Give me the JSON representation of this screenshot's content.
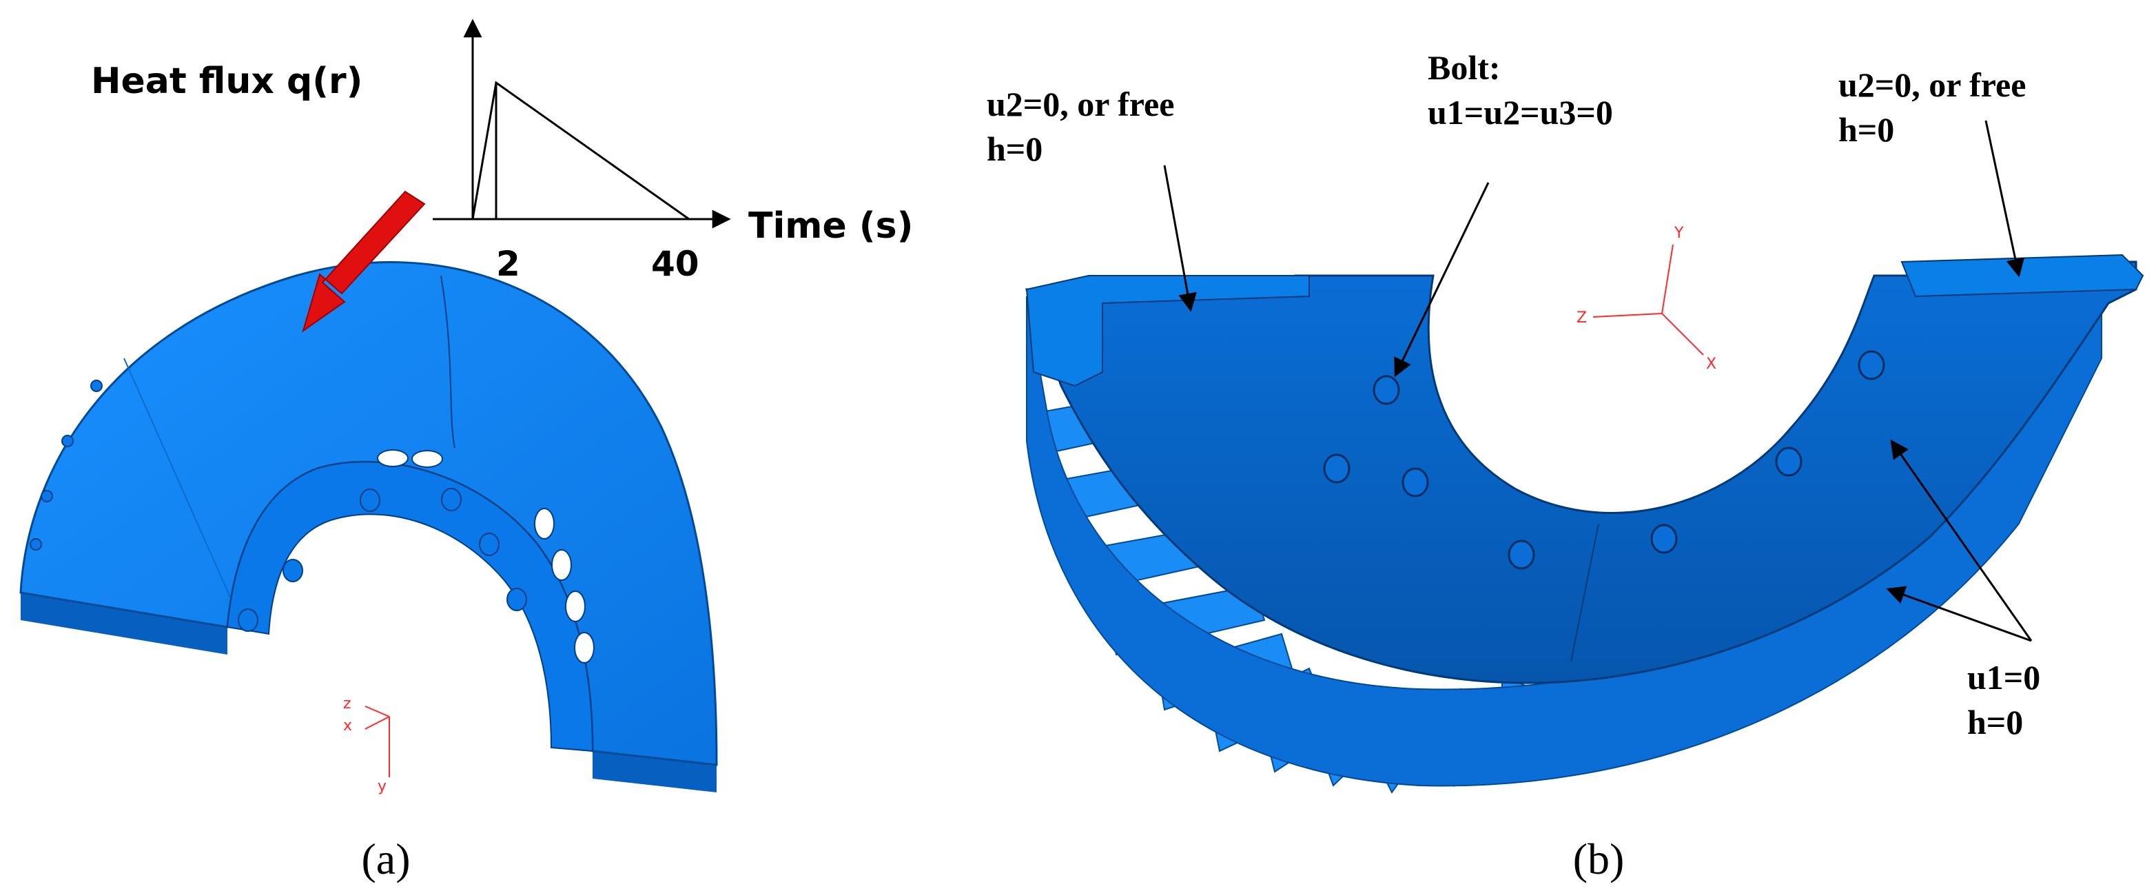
{
  "panel_a": {
    "caption": "(a)",
    "heat_flux_label": "Heat flux q(r)",
    "time_label": "Time (s)",
    "tick_2": "2",
    "tick_40": "40",
    "axes": {
      "x": "x",
      "y": "y",
      "z": "z"
    }
  },
  "panel_b": {
    "caption": "(b)",
    "left_bc": {
      "line1": "u2=0, or free",
      "line2": "h=0"
    },
    "bolt": {
      "line1": "Bolt:",
      "line2": "u1=u2=u3=0"
    },
    "right_bc": {
      "line1": "u2=0, or free",
      "line2": "h=0"
    },
    "bottom_bc": {
      "line1": "u1=0",
      "line2": "h=0"
    },
    "axes": {
      "x": "X",
      "y": "Y",
      "z": "Z"
    }
  },
  "colors": {
    "part_blue": "#0a82f2",
    "part_dark": "#0058b0",
    "arrow_red": "#e01010",
    "triad_red": "#ff2a2a"
  }
}
